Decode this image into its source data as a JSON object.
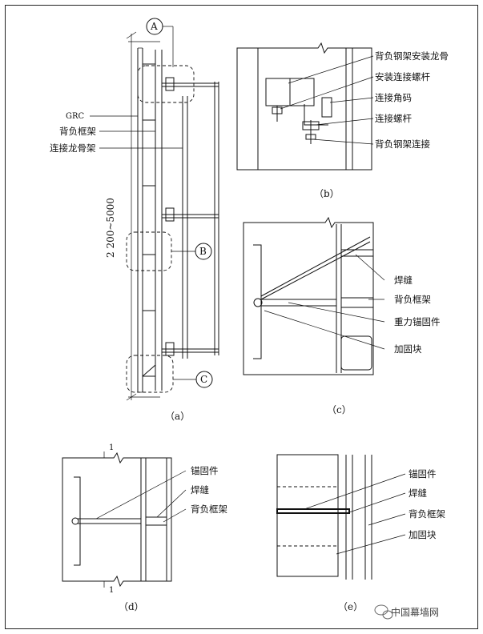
{
  "panel_a": {
    "callouts": {
      "a": "A",
      "b": "B",
      "c": "C"
    },
    "labels": {
      "grc": "GRC",
      "frame": "背负框架",
      "keel": "连接龙骨架"
    },
    "dimension": "2 200~5000",
    "caption": "（a）"
  },
  "panel_b": {
    "labels": [
      "背负钢架安装龙骨",
      "安装连接螺杆",
      "连接角码",
      "连接螺杆",
      "背负钢架连接"
    ],
    "caption": "（b）"
  },
  "panel_c": {
    "labels": [
      "焊缝",
      "背负框架",
      "重力锚固件",
      "加固块"
    ],
    "caption": "（c）"
  },
  "panel_d": {
    "section_mark": "1",
    "labels": [
      "锚固件",
      "焊缝",
      "背负框架"
    ],
    "caption": "（d）"
  },
  "panel_e": {
    "labels": [
      "锚固件",
      "焊缝",
      "背负框架",
      "加固块"
    ],
    "caption": "（e）"
  },
  "watermark": "中国幕墙网"
}
